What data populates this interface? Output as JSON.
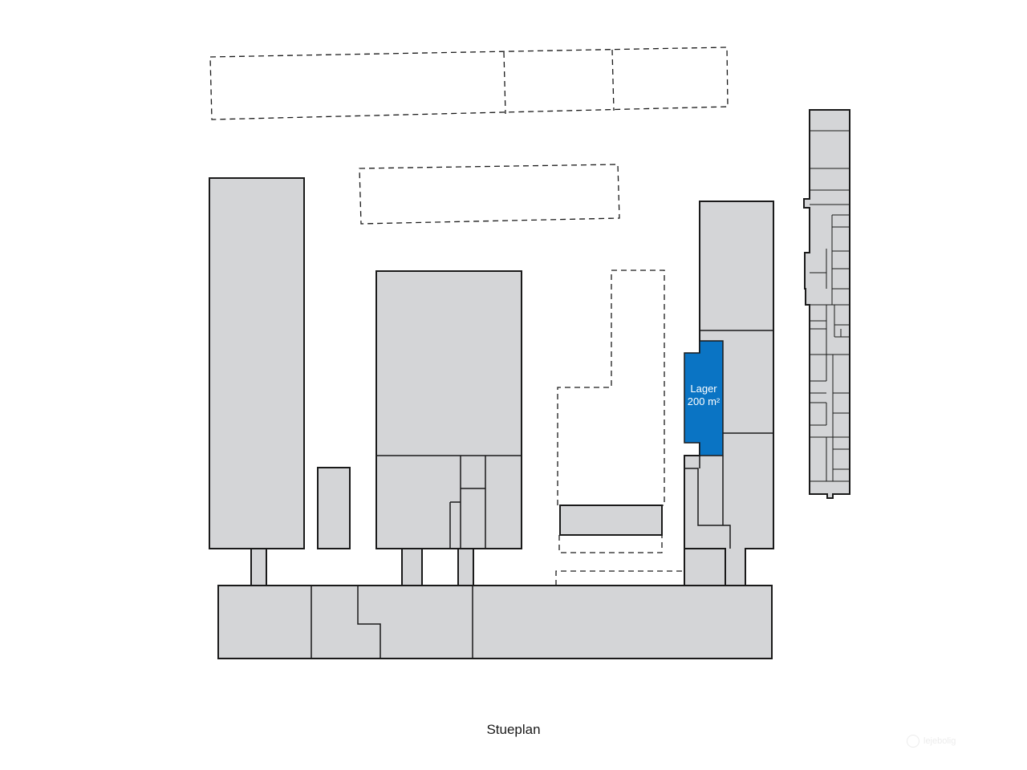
{
  "map": {
    "floor_label": "Stueplan",
    "highlight": {
      "name": "Lager",
      "area": "200 m²",
      "color": "#0a74c4"
    },
    "building_fill": "#d4d5d7",
    "outline_color": "#1a1a1a"
  },
  "watermark": {
    "text": "lejebolig"
  }
}
